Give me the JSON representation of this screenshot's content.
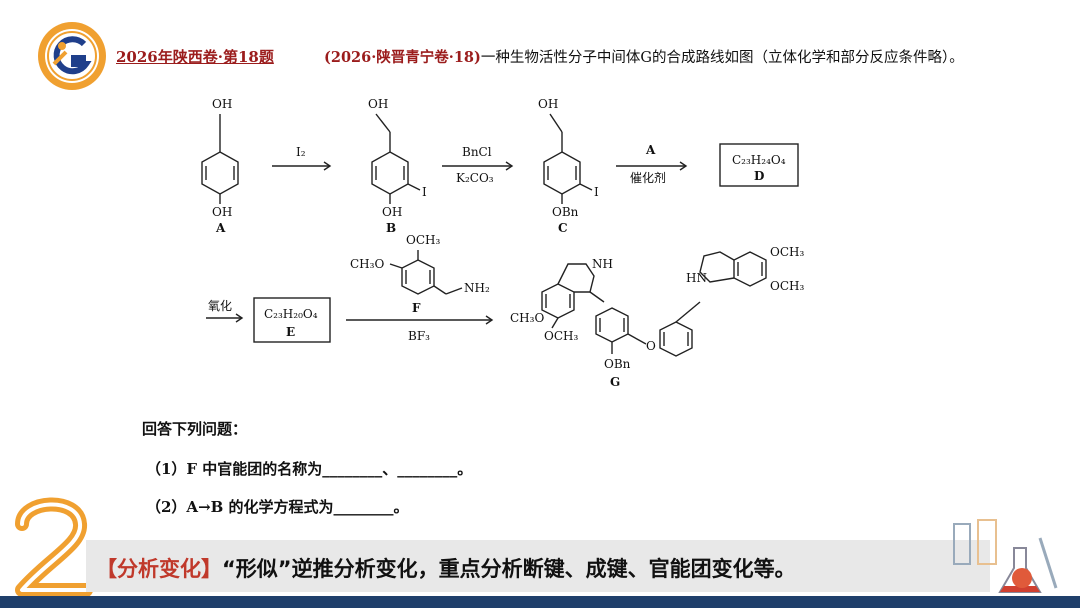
{
  "header": {
    "badge": "2026年陕西卷·第18题",
    "source": "(2026·陕晋青宁卷·18)",
    "problem": "一种生物活性分子中间体G的合成路线如图（立体化学和部分反应条件略）。"
  },
  "figure": {
    "labels": {
      "A": "A",
      "B": "B",
      "C": "C",
      "D": "D",
      "E": "E",
      "F": "F",
      "G": "G"
    },
    "groups": {
      "oh": "OH",
      "i": "I",
      "obn": "OBn",
      "och3": "OCH₃",
      "ch3o": "CH₃O",
      "nh": "NH",
      "hn": "HN",
      "nh2": "NH₂",
      "o": "O"
    },
    "reagents": {
      "r1": "I₂",
      "r2_top": "BnCl",
      "r2_bottom": "K₂CO₃",
      "r3_top": "A",
      "r3_bottom": "催化剂",
      "r4": "氧化",
      "r5_bottom": "BF₃"
    },
    "formulas": {
      "D": "C₂₃H₂₄O₄",
      "E": "C₂₃H₂₀O₄"
    }
  },
  "questions": {
    "intro": "回答下列问题：",
    "q1": "（1）F 中官能团的名称为________、________。",
    "q2": "（2）A→B 的化学方程式为________。"
  },
  "banner": {
    "tag": "【分析变化】",
    "text": "“形似”逆推分析变化，重点分析断键、成键、官能团变化等。"
  },
  "colors": {
    "accent_red": "#9b1c1c",
    "banner_red": "#c0392b",
    "logo_orange": "#f0a030",
    "logo_blue": "#1f3f8b",
    "footer": "#1f3f6b"
  },
  "icons": {
    "logo": "school-logo-icon",
    "number": "number-2-icon",
    "decor": "lab-flask-icon"
  }
}
